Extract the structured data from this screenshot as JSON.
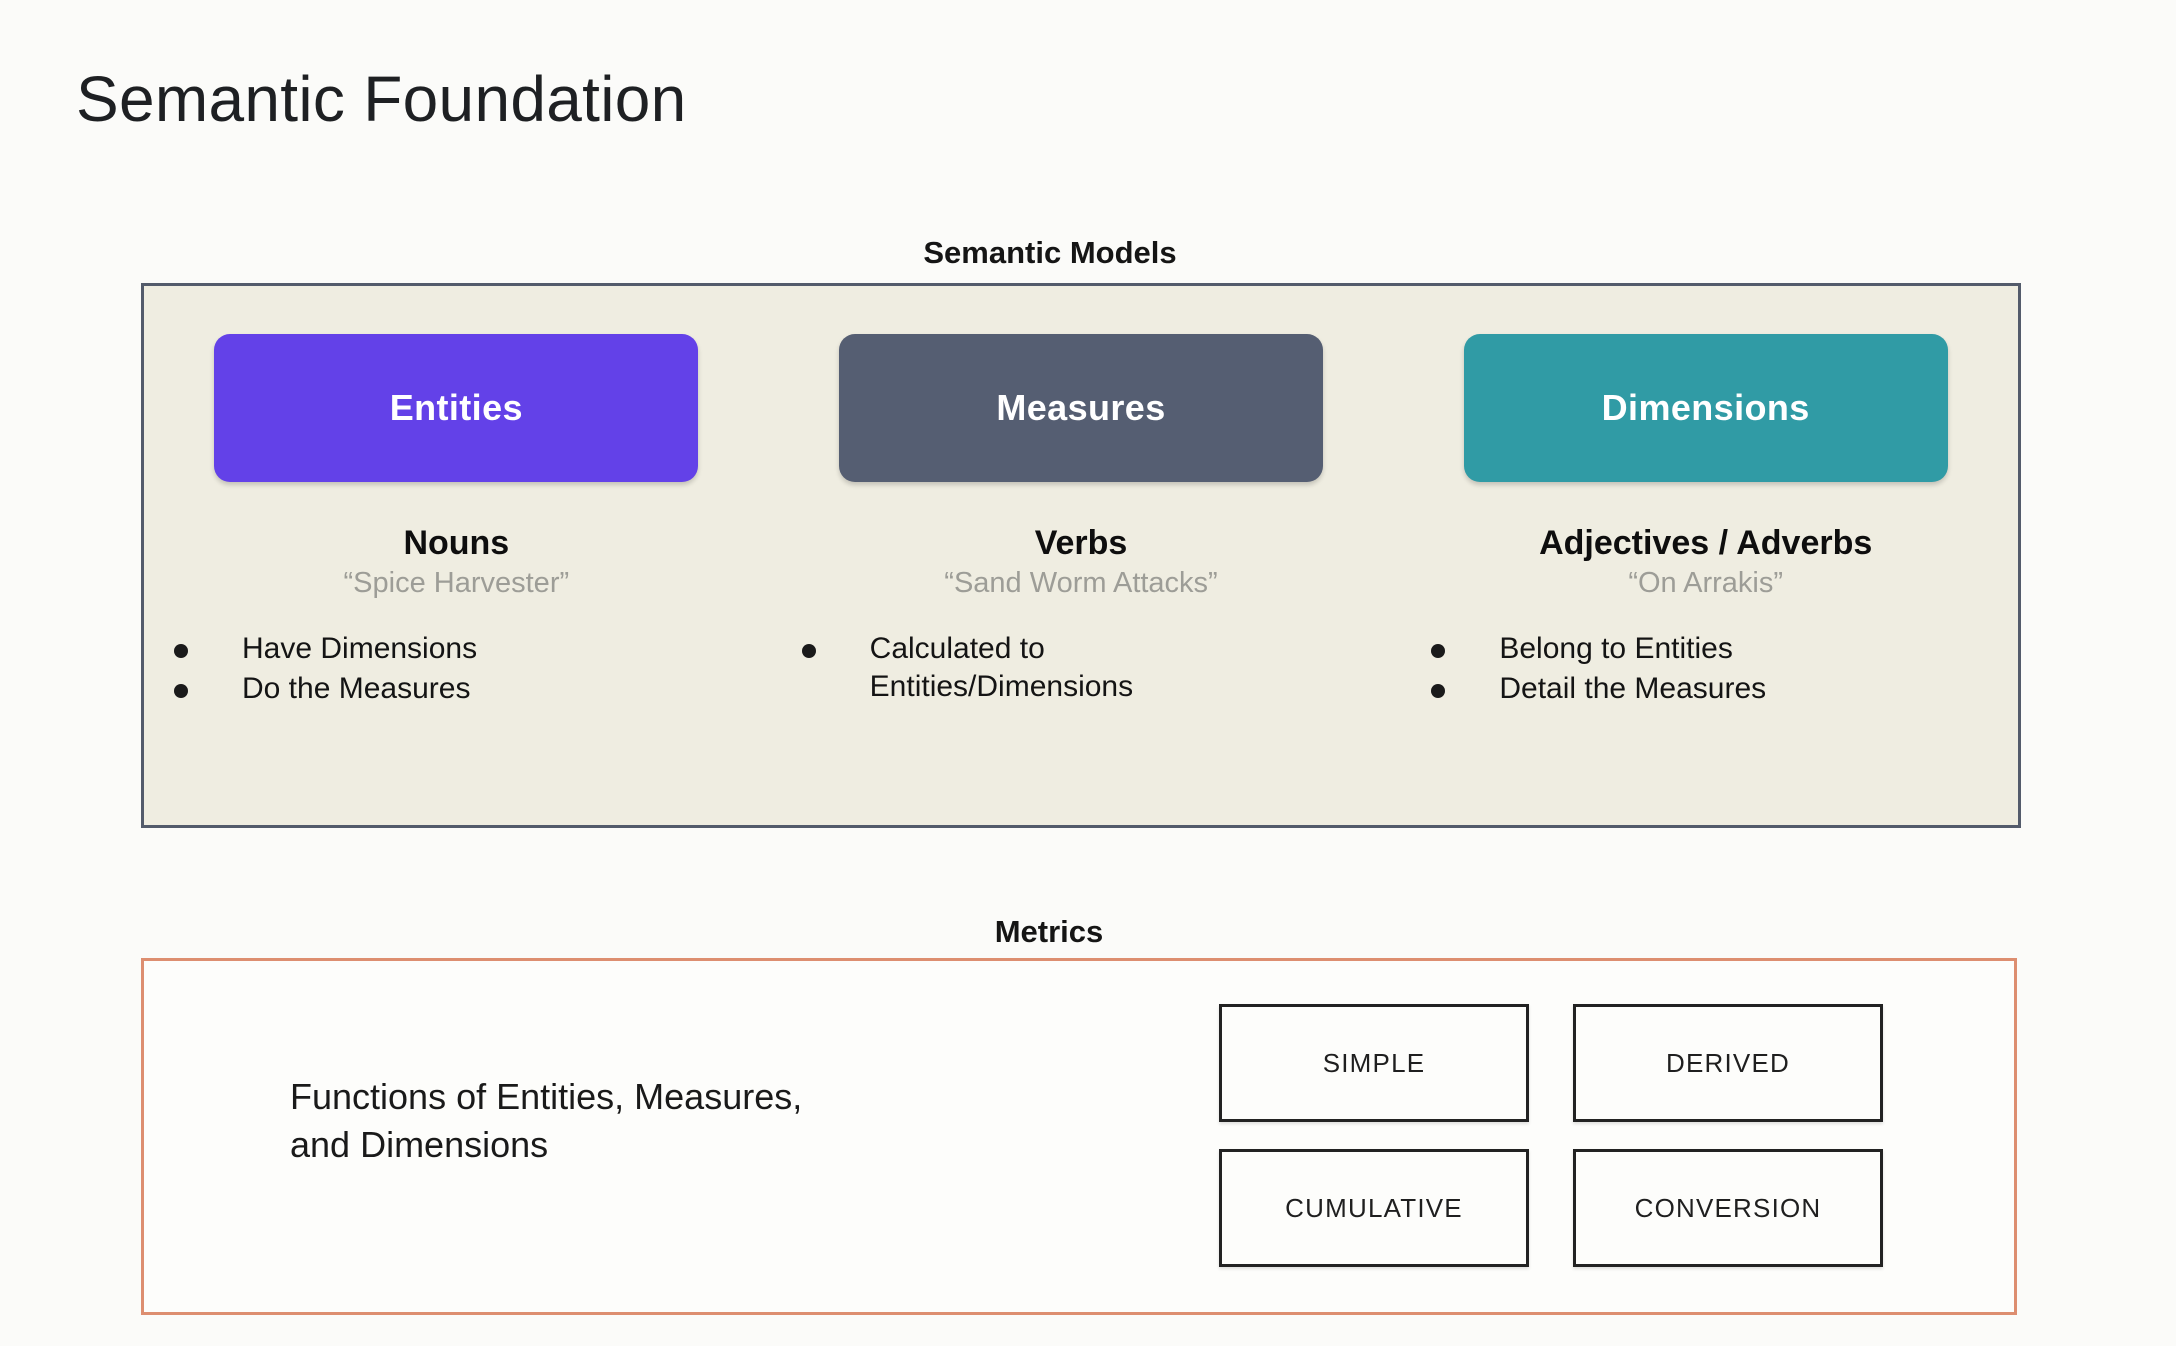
{
  "slide": {
    "title": "Semantic Foundation",
    "background_color": "#fbfbf9"
  },
  "semantic_models": {
    "caption": "Semantic Models",
    "panel_background": "#efede1",
    "panel_border_color": "#535b6b",
    "columns": [
      {
        "pill_label": "Entities",
        "pill_color": "#6341e8",
        "heading": "Nouns",
        "example": "“Spice Harvester”",
        "bullets": [
          "Have Dimensions",
          "Do the Measures"
        ]
      },
      {
        "pill_label": "Measures",
        "pill_color": "#555e72",
        "heading": "Verbs",
        "example": "“Sand Worm Attacks”",
        "bullets": [
          "Calculated to\nEntities/Dimensions"
        ]
      },
      {
        "pill_label": "Dimensions",
        "pill_color": "#309ba5",
        "heading": "Adjectives / Adverbs",
        "example": "“On Arrakis”",
        "bullets": [
          "Belong to Entities",
          "Detail the Measures"
        ]
      }
    ]
  },
  "metrics": {
    "caption": "Metrics",
    "panel_border_color": "#dd8e70",
    "description": "Functions of Entities, Measures,\nand Dimensions",
    "types": [
      "SIMPLE",
      "DERIVED",
      "CUMULATIVE",
      "CONVERSION"
    ]
  }
}
